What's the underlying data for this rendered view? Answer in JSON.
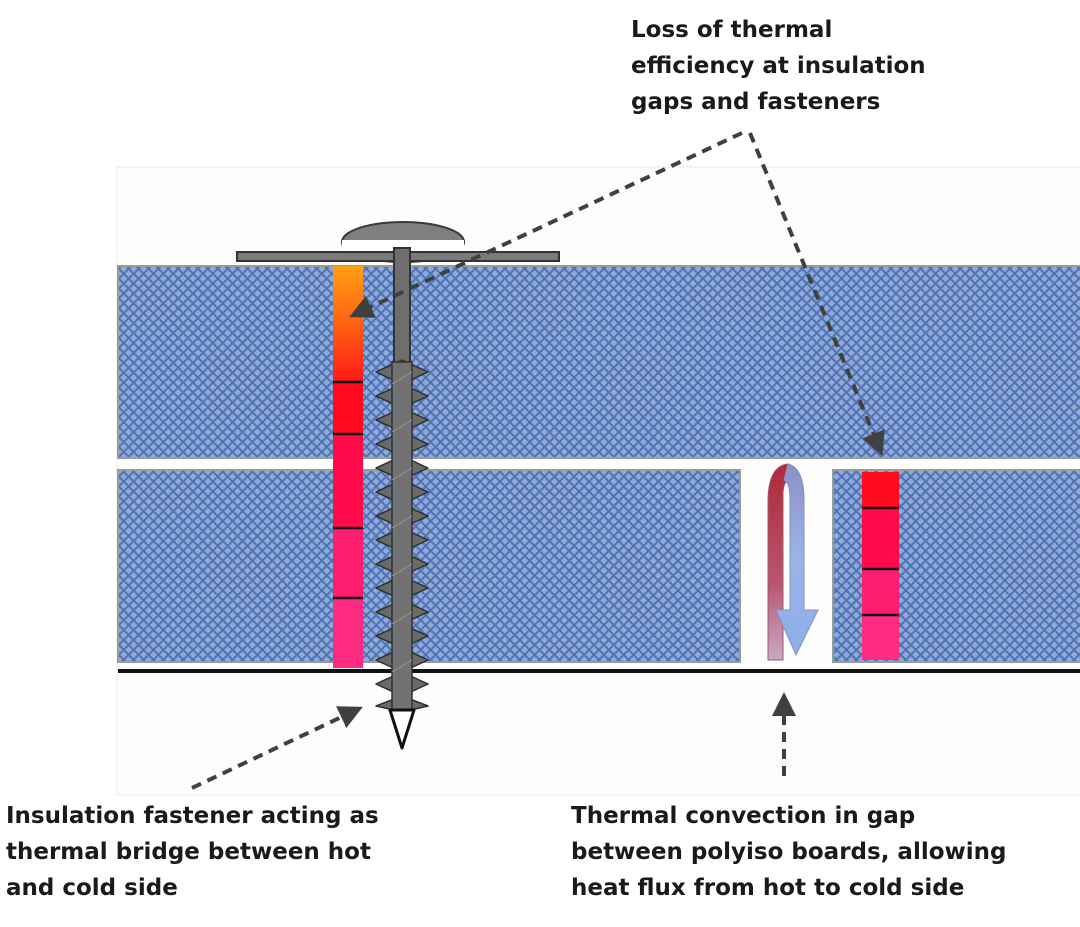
{
  "annotations": {
    "efficiency_loss": {
      "lines": [
        "Loss of thermal",
        "efficiency at insulation",
        "gaps and fasteners"
      ]
    },
    "fastener_bridge": {
      "lines": [
        "Insulation fastener acting as",
        "thermal bridge between hot",
        "and cold side"
      ]
    },
    "convection_gap": {
      "lines": [
        "Thermal convection in gap",
        "between polyiso boards, allowing",
        "heat flux from hot to cold side"
      ]
    }
  },
  "colors": {
    "insulation_fill": "#8fa9d8",
    "insulation_hatch": "#4f73b3",
    "board_border": "#9a9a9a",
    "deck_line": "#111111",
    "fastener": "#6b6b6b",
    "heat_hot": "#ff9a10",
    "heat_red": "#ff0018",
    "heat_pink": "#ff1e6e",
    "arrow_dash": "#404040"
  }
}
